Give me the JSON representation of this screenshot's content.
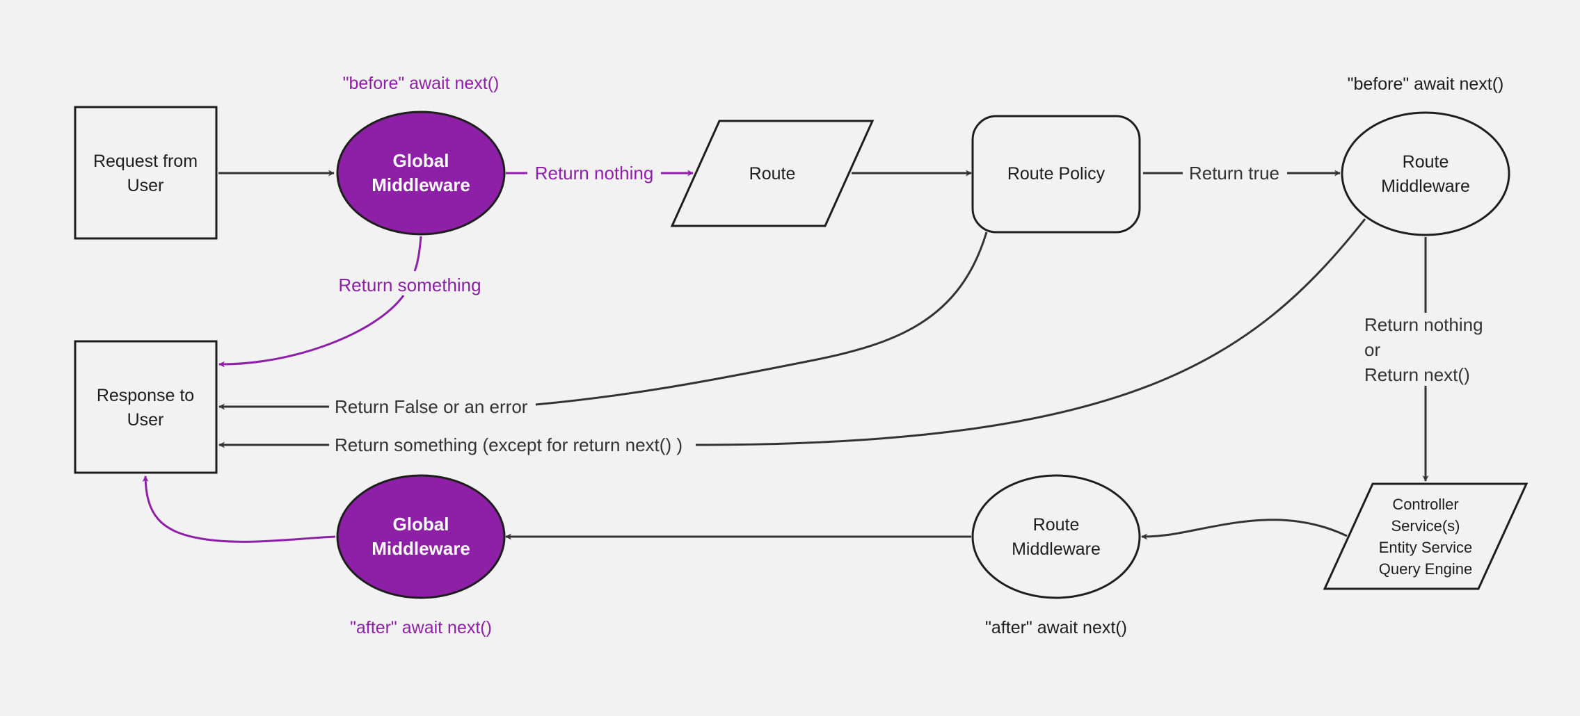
{
  "colors": {
    "background": "#f2f2f2",
    "stroke": "#1e1e1e",
    "edge": "#333333",
    "accent": "#8e1fa7"
  },
  "nodes": {
    "request": {
      "line1": "Request from",
      "line2": "User"
    },
    "global_before": {
      "line1": "Global",
      "line2": "Middleware"
    },
    "route": {
      "label": "Route"
    },
    "route_policy": {
      "label": "Route Policy"
    },
    "route_mw_before": {
      "line1": "Route",
      "line2": "Middleware"
    },
    "response": {
      "line1": "Response to",
      "line2": "User"
    },
    "global_after": {
      "line1": "Global",
      "line2": "Middleware"
    },
    "route_mw_after": {
      "line1": "Route",
      "line2": "Middleware"
    },
    "controller": {
      "line1": "Controller",
      "line2": "Service(s)",
      "line3": "Entity Service",
      "line4": "Query Engine"
    }
  },
  "notes": {
    "global_before": "\"before\" await next()",
    "route_before": "\"before\" await next()",
    "global_after": "\"after\" await next()",
    "route_after": "\"after\" await next()"
  },
  "edges": {
    "global_return_nothing": "Return nothing",
    "global_return_something": "Return something",
    "policy_return_true": "Return true",
    "policy_return_false": "Return False or an error",
    "route_mw_return_something": "Return something (except for return next() )",
    "route_mw_next_line1": "Return nothing",
    "route_mw_next_line2": "or",
    "route_mw_next_line3": "Return next()"
  }
}
